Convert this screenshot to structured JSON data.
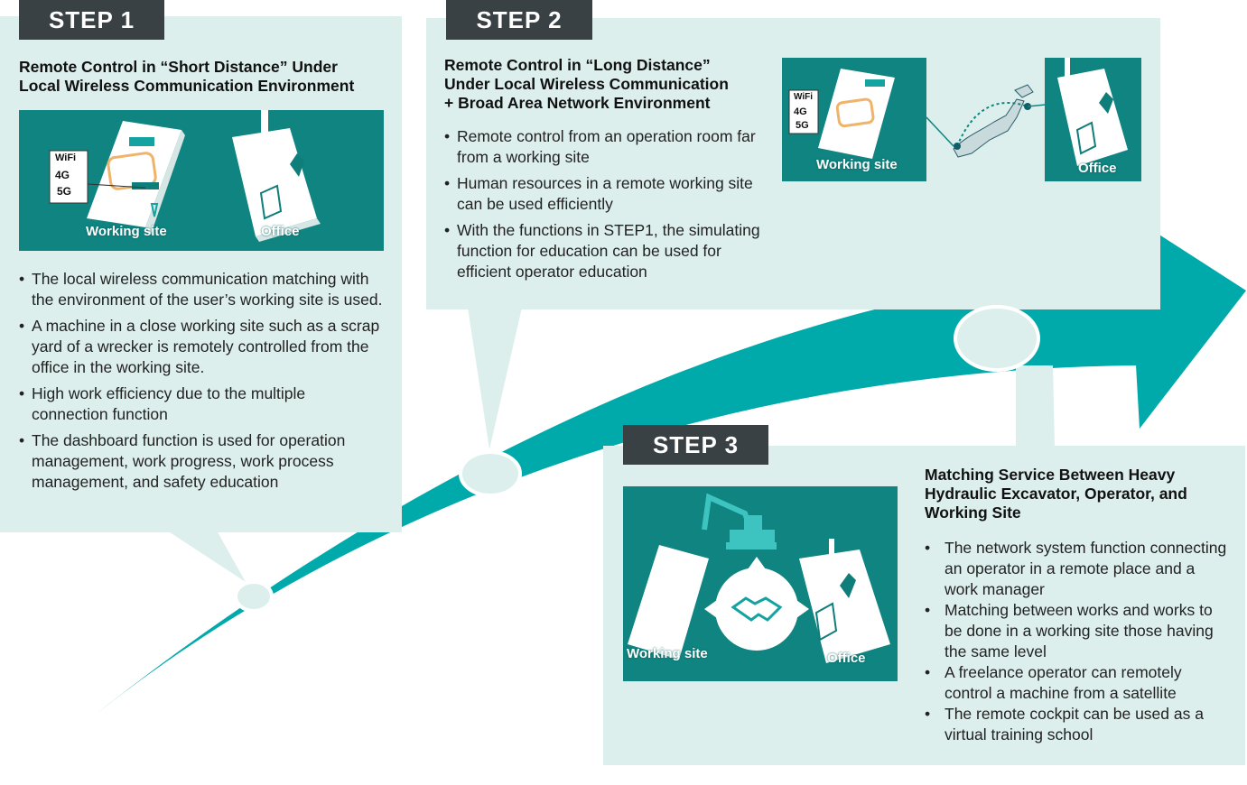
{
  "step1": {
    "badge": "STEP 1",
    "title_line1": "Remote Control in “Short Distance” Under",
    "title_line2": "Local Wireless Communication Environment",
    "working_site_label": "Working site",
    "office_label": "Office",
    "badge_wifi": "WiFi",
    "badge_4g": "4G",
    "badge_5g": "5G",
    "bullets": [
      "The local wireless communication matching with the environment of the user’s working site is used.",
      "A machine in a close working site such as a scrap yard of a wrecker is remotely controlled from the office in the working site.",
      "High work efficiency due to the multiple connection function",
      "The dashboard function is used for operation management, work progress, work process management, and safety education"
    ]
  },
  "step2": {
    "badge": "STEP 2",
    "title_line1": "Remote Control in “Long Distance”",
    "title_line2": "Under Local Wireless Communication",
    "title_line3": "+ Broad Area Network Environment",
    "working_site_label": "Working site",
    "office_label": "Office",
    "badge_wifi": "WiFi",
    "badge_4g": "4G",
    "badge_5g": "5G",
    "bullets": [
      "Remote control from an operation room far from a working site",
      "Human resources in a remote working site can be used efficiently",
      "With the functions in STEP1, the simulating function for education can be used for efficient operator education"
    ]
  },
  "step3": {
    "badge": "STEP 3",
    "title_line1": "Matching Service Between Heavy",
    "title_line2": "Hydraulic Excavator, Operator, and",
    "title_line3": "Working Site",
    "working_site_label": "Working site",
    "office_label": "Office",
    "bullets": [
      "The network system function connecting an operator in a remote place and a work manager",
      "Matching between works and works to be done in a working site those having the same level",
      "A freelance operator can remotely control a machine from a satellite",
      "The remote cockpit can be used as a virtual training school"
    ]
  },
  "colors": {
    "panel": "#dcefed",
    "arrow": "#00aaaa",
    "badge": "#394145",
    "image_bg": "#0f8480"
  }
}
